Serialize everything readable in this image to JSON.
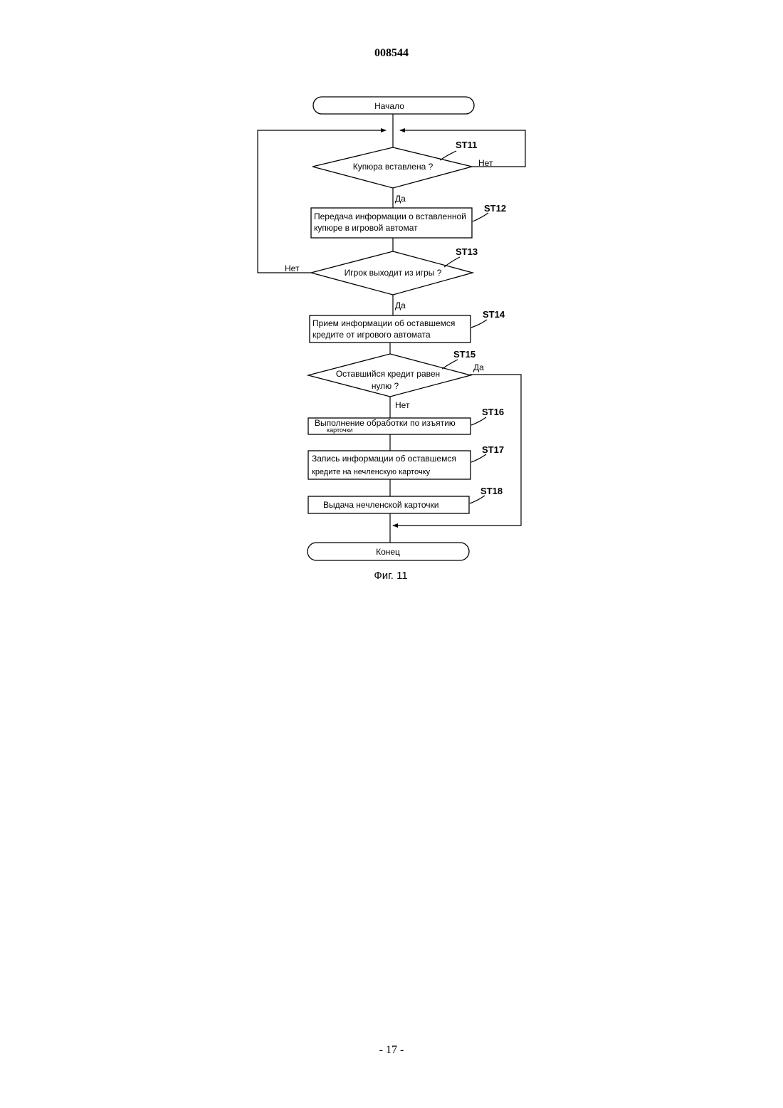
{
  "header": {
    "doc_number": "008544"
  },
  "flowchart": {
    "start": "Начало",
    "st11": {
      "id": "ST11",
      "text": "Купюра вставлена ?",
      "no": "Нет",
      "yes": "Да"
    },
    "st12": {
      "id": "ST12",
      "line1": "Передача информации о вставленной",
      "line2": "купюре в игровой автомат"
    },
    "st13": {
      "id": "ST13",
      "text": "Игрок выходит из игры ?",
      "no": "Нет",
      "yes": "Да"
    },
    "st14": {
      "id": "ST14",
      "line1": "Прием информации об оставшемся",
      "line2": "кредите от игрового автомата"
    },
    "st15": {
      "id": "ST15",
      "line1": "Оставшийся кредит равен",
      "line2": "нулю ?",
      "yes": "Да",
      "no": "Нет"
    },
    "st16": {
      "id": "ST16",
      "line1": "Выполнение обработки по изъятию",
      "line2": "карточки"
    },
    "st17": {
      "id": "ST17",
      "line1": "Запись информации об оставшемся",
      "line2": "кредите на нечленскую карточку"
    },
    "st18": {
      "id": "ST18",
      "text": "Выдача нечленской карточки"
    },
    "end": "Конец"
  },
  "caption": "Фиг. 11",
  "footer": {
    "page": "- 17 -"
  }
}
